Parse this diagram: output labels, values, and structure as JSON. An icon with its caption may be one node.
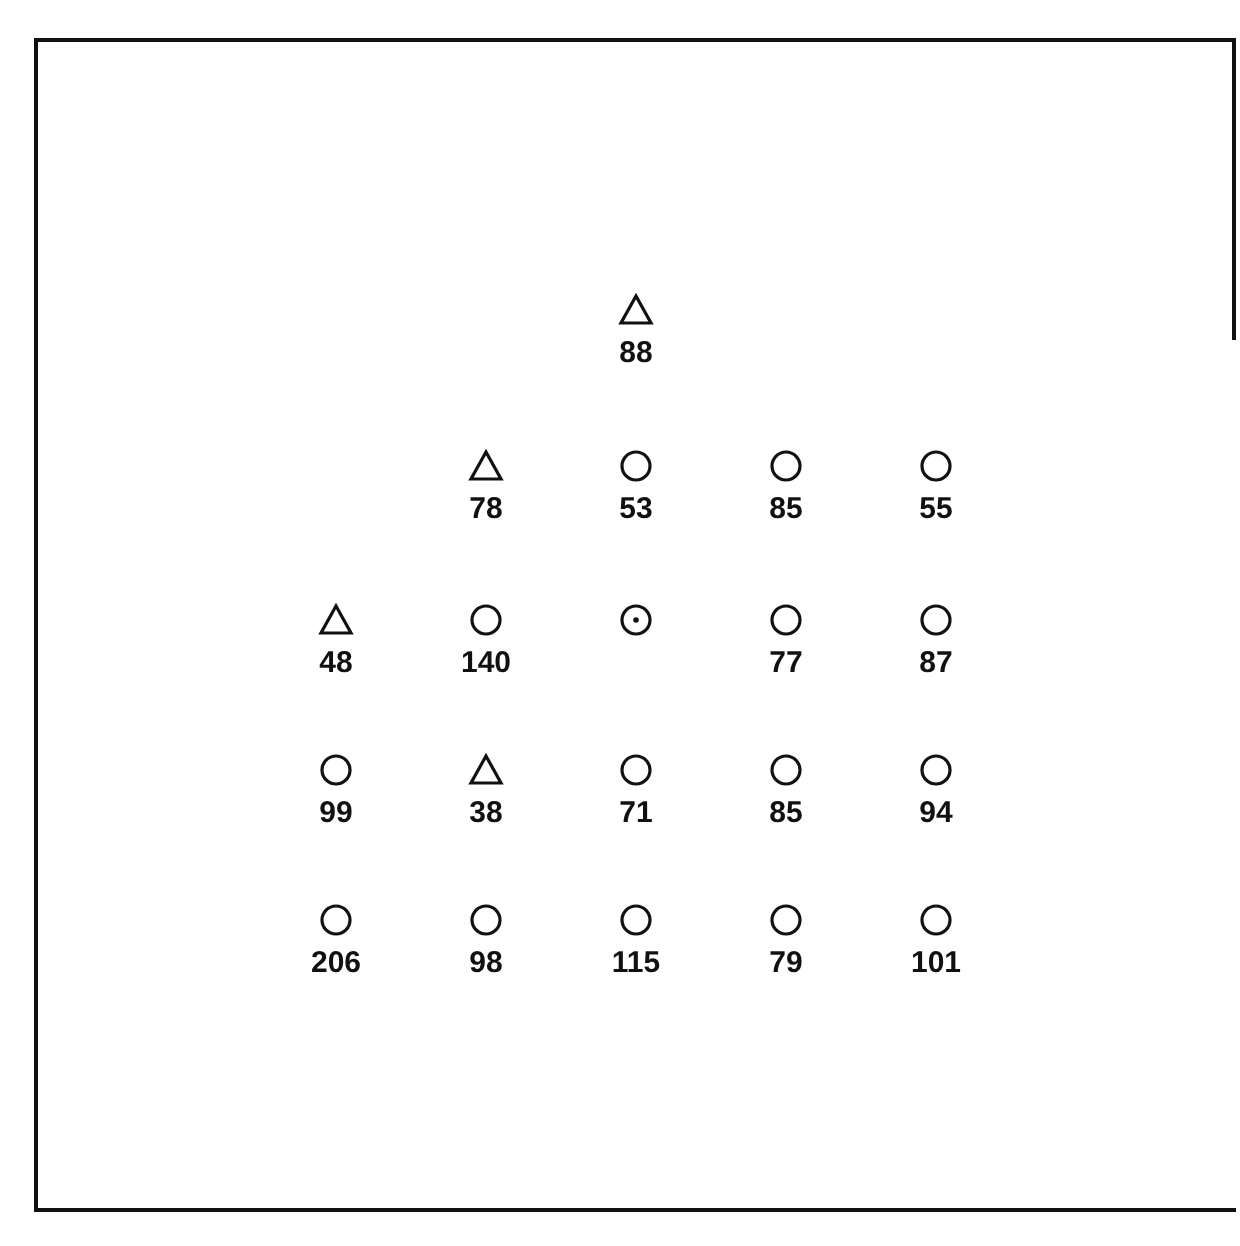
{
  "diagram": {
    "nodes": [
      {
        "text": [],
        "shape": "triangle",
        "beside": [
          "88"
        ]
      },
      {
        "text": [],
        "shape": "triangle",
        "beside": [
          "78"
        ]
      },
      {
        "text": [],
        "shape": "circle",
        "beside": [
          "53"
        ]
      },
      {
        "text": [],
        "shape": "circle",
        "beside": [
          "85"
        ]
      },
      {
        "text": [],
        "shape": "circle",
        "beside": [
          "55"
        ]
      },
      {
        "text": [],
        "shape": "triangle",
        "beside": [
          "48"
        ]
      },
      {
        "text": [],
        "shape": "circle",
        "beside": [
          "140"
        ]
      },
      {
        "text": [],
        "shape": "bullseye"
      },
      {
        "text": [],
        "shape": "circle",
        "beside": [
          "77"
        ]
      },
      {
        "text": [],
        "shape": "circle",
        "beside": [
          "87"
        ]
      },
      {
        "text": [],
        "shape": "circle",
        "beside": [
          "99"
        ]
      },
      {
        "text": [],
        "shape": "triangle",
        "beside": [
          "38"
        ]
      },
      {
        "text": [],
        "shape": "circle",
        "beside": [
          "71"
        ]
      },
      {
        "text": [],
        "shape": "circle",
        "beside": [
          "85"
        ]
      },
      {
        "text": [],
        "shape": "circle",
        "beside": [
          "94"
        ]
      },
      {
        "text": [],
        "shape": "circle",
        "beside": [
          "206"
        ]
      },
      {
        "text": [],
        "shape": "circle",
        "beside": [
          "98"
        ]
      },
      {
        "text": [],
        "shape": "circle",
        "beside": [
          "115"
        ]
      },
      {
        "text": [],
        "shape": "circle",
        "beside": [
          "79"
        ]
      },
      {
        "text": [],
        "shape": "circle",
        "beside": [
          "101"
        ]
      }
    ]
  }
}
